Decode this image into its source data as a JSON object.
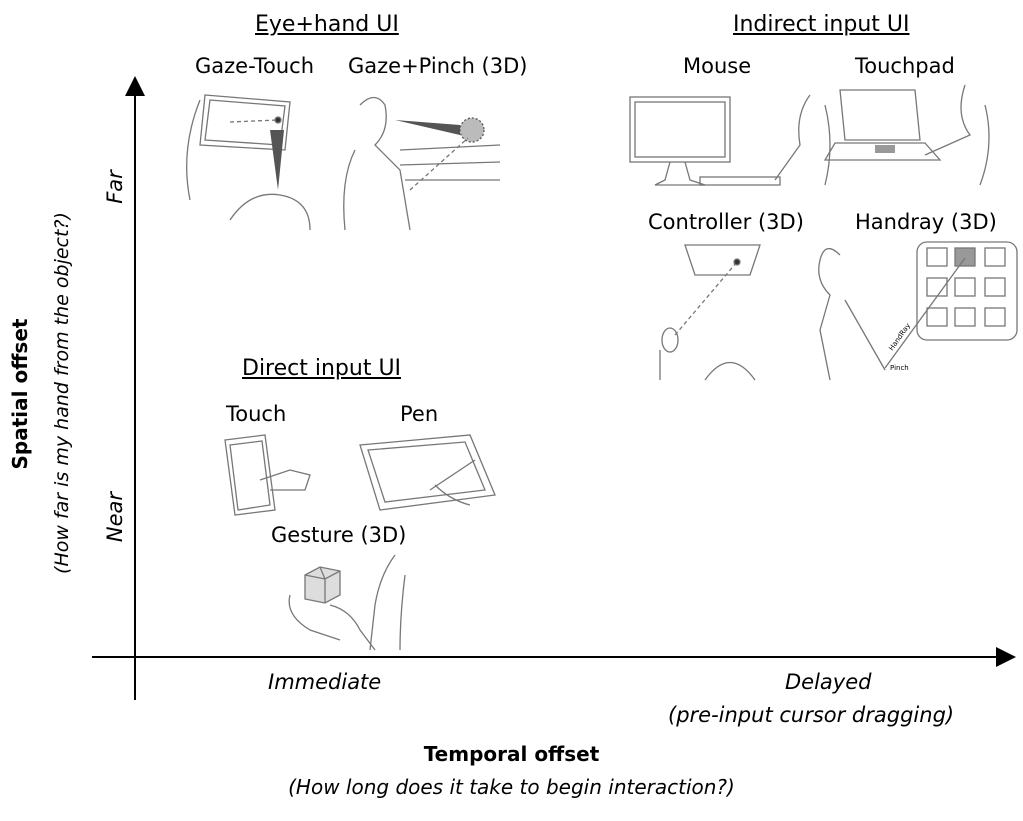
{
  "groups": {
    "eye_hand": {
      "title": "Eye+hand UI",
      "items": [
        "Gaze-Touch",
        "Gaze+Pinch (3D)"
      ]
    },
    "indirect": {
      "title": "Indirect input UI",
      "items": [
        "Mouse",
        "Touchpad",
        "Controller (3D)",
        "Handray (3D)"
      ]
    },
    "direct": {
      "title": "Direct input UI",
      "items": [
        "Touch",
        "Pen",
        "Gesture (3D)"
      ]
    }
  },
  "illustration_labels": {
    "handray": "HandRay",
    "pinch": "Pinch"
  },
  "axes": {
    "y": {
      "title": "Spatial offset",
      "subtitle": "(How far is my hand from the object?)",
      "far": "Far",
      "near": "Near"
    },
    "x": {
      "title": "Temporal offset",
      "subtitle": "(How long does it take to begin interaction?)",
      "immediate": "Immediate",
      "delayed": "Delayed",
      "delayed_note": "(pre-input cursor dragging)"
    }
  }
}
